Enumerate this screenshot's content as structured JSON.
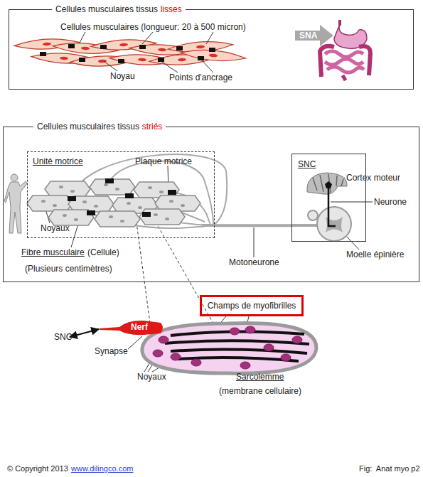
{
  "diagram": {
    "nodes": [
      {
        "text": [
          "Cellules musculaires tissus",
          "lisses"
        ]
      },
      {
        "text": [
          "Cellules musculaires tissus",
          "striés"
        ]
      },
      {
        "text": [
          "Unité motrice"
        ],
        "in": 1
      },
      {
        "text": [
          "SNC"
        ],
        "in": 1
      },
      {
        "text": [
          "Champs de myofibrilles"
        ]
      },
      {
        "text": [
          "Nerf"
        ]
      }
    ],
    "edges": [
      {
        "from": 2,
        "to": 3,
        "arrow": "none"
      }
    ],
    "labels": [
      "Cellules musculaires (longueur: 20 à 500 micron)",
      "Noyau",
      "Points d'ancrage",
      "SNA",
      "Plaque motrice",
      "Noyaux",
      "Fibre musculaire",
      "(Cellule)",
      "(Plusieurs centimètres)",
      "Motoneurone",
      "Cortex moteur",
      "Neurone",
      "Moelle épinière",
      "SNC",
      "Synapse",
      "Noyaux",
      "Sarcolemme",
      "(membrane cellulaire)",
      "© Copyright 2013",
      "www.dilingco.com",
      "Fig:  Anat myo p2"
    ]
  }
}
